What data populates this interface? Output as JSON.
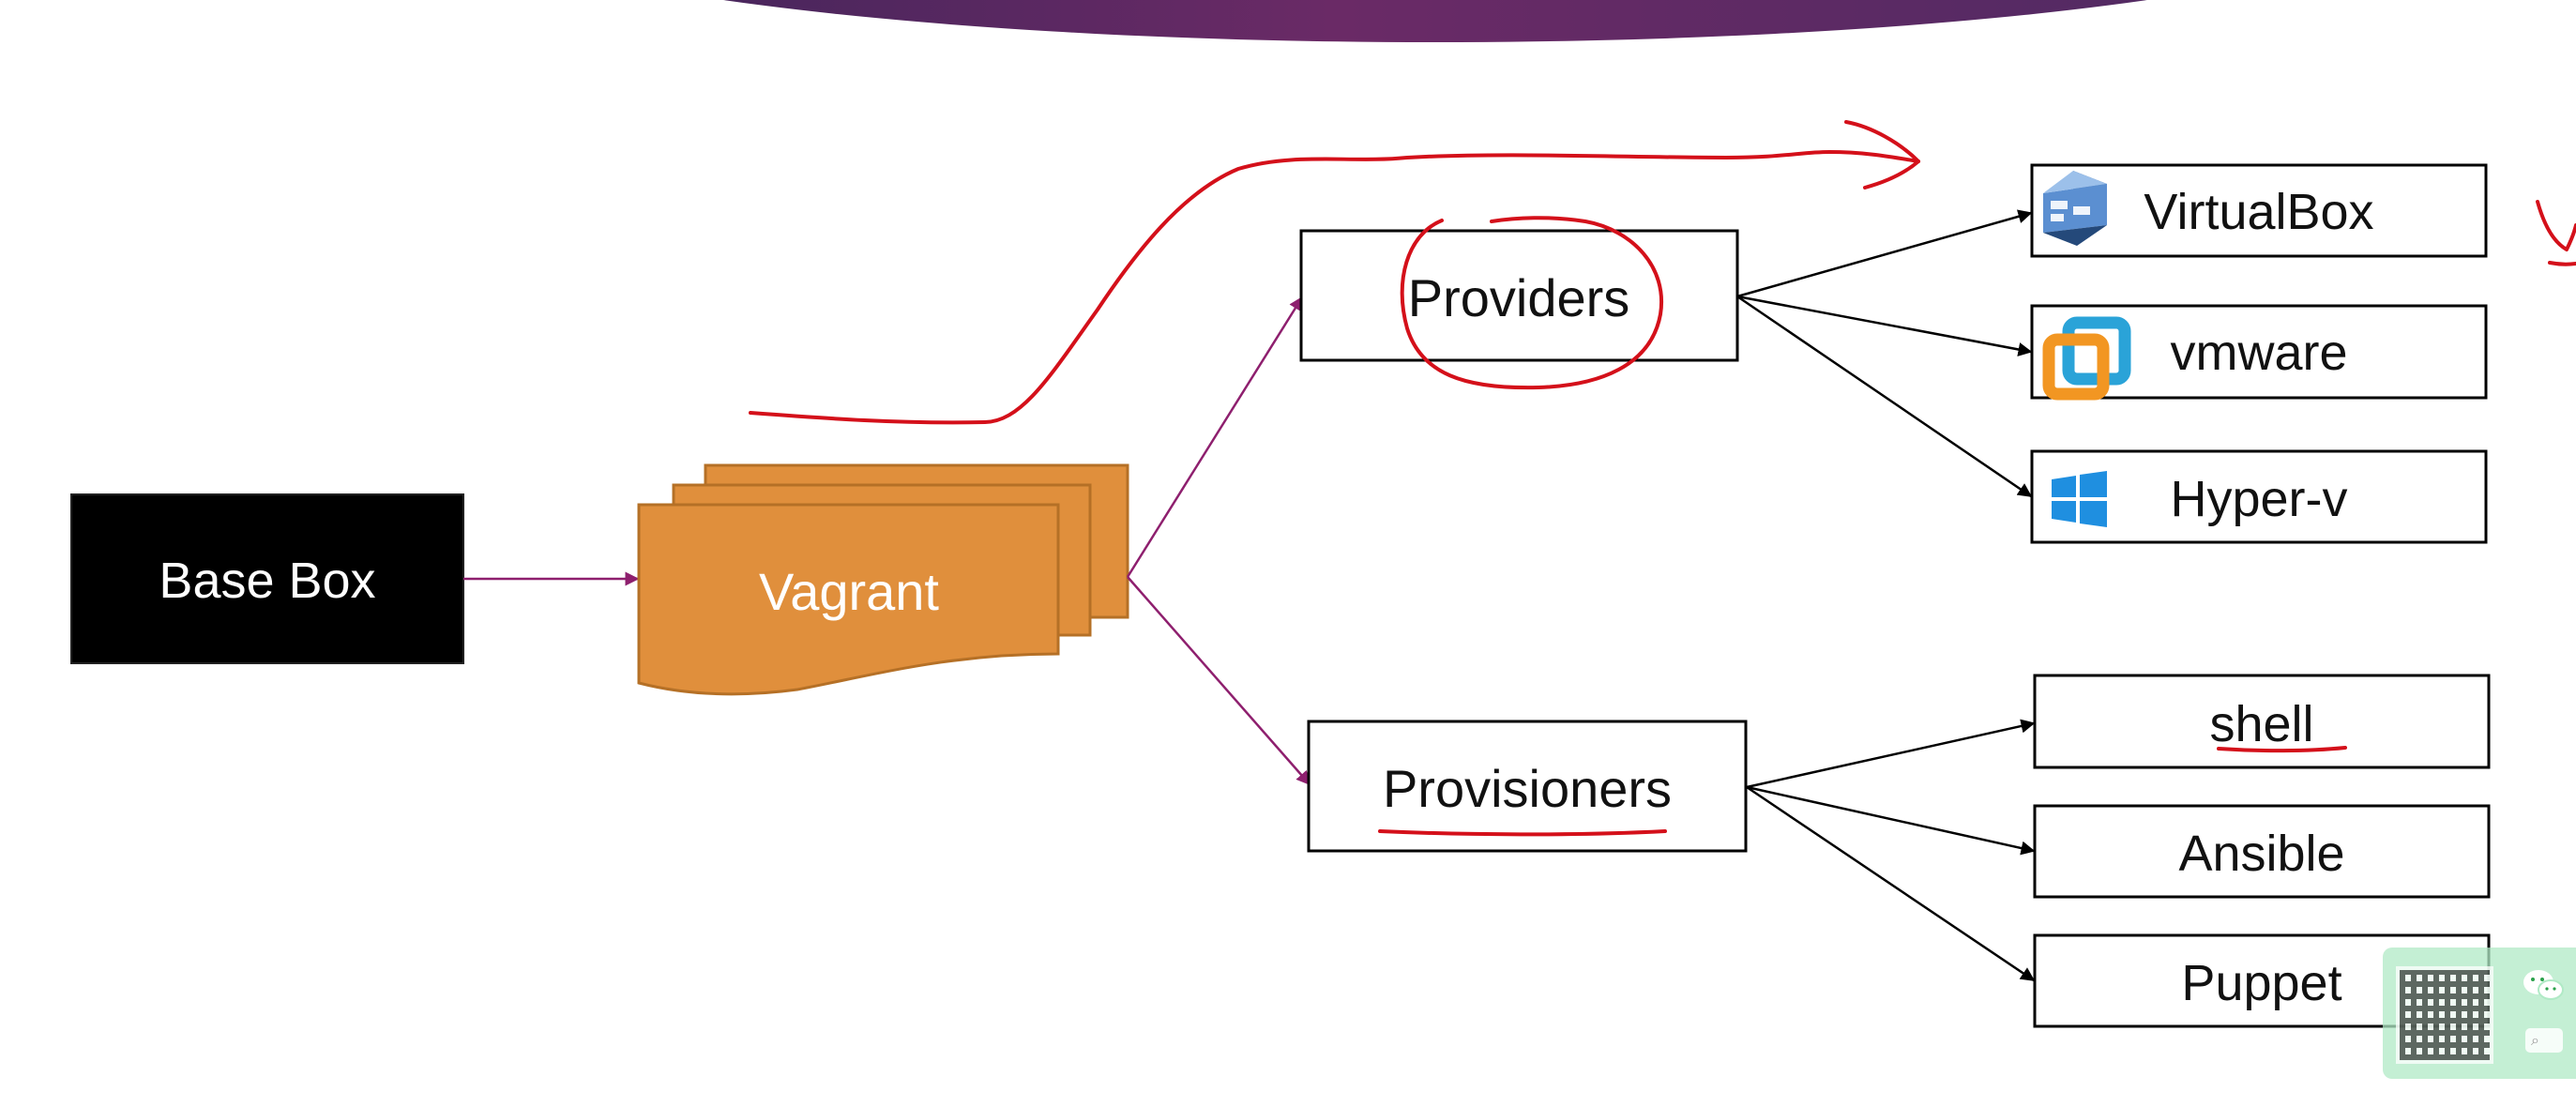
{
  "nodes": {
    "base_box": "Base Box",
    "vagrant": "Vagrant",
    "providers": "Providers",
    "provisioners": "Provisioners"
  },
  "providers": [
    {
      "label": "VirtualBox",
      "icon": "virtualbox-icon"
    },
    {
      "label": "vmware",
      "icon": "vmware-icon"
    },
    {
      "label": "Hyper-v",
      "icon": "windows-icon"
    }
  ],
  "provisioners": [
    {
      "label": "shell"
    },
    {
      "label": "Ansible"
    },
    {
      "label": "Puppet"
    }
  ],
  "colors": {
    "base_box_fill": "#000000",
    "vagrant_fill": "#e08f3c",
    "vagrant_border": "#b57026",
    "connector_purple": "#8e1f6e",
    "annotation_red": "#d4101a",
    "banner_purple": "#5a2a62"
  },
  "widget": {
    "icons": [
      "qr-code-icon",
      "wechat-icon",
      "search-icon"
    ]
  }
}
